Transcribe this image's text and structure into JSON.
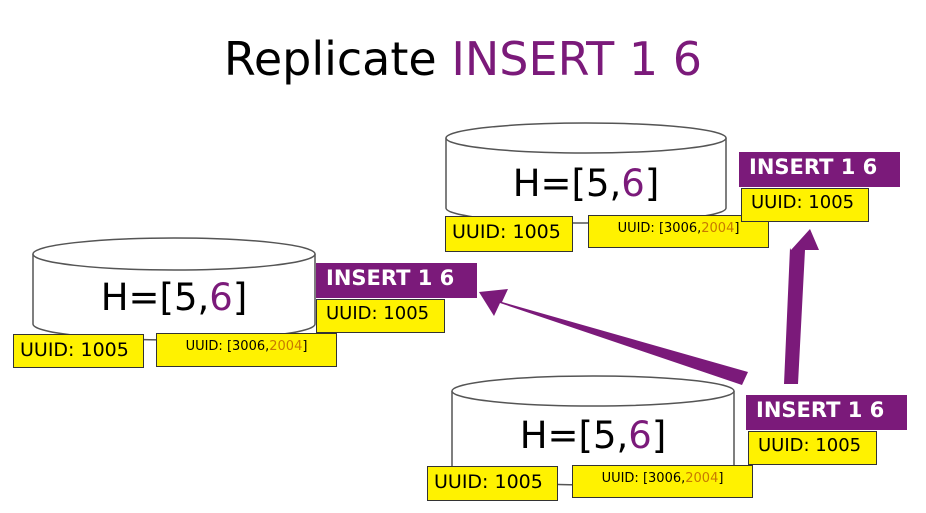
{
  "title": {
    "prefix": "Replicate",
    "command": "INSERT 1 6"
  },
  "colors": {
    "purple": "#7B1A7A",
    "yellow": "#FFF200",
    "orange": "#C77A00"
  },
  "nodes": [
    {
      "h_prefix": "H=[5,",
      "h_last": "6",
      "h_suffix": "]",
      "uuid": "UUID: 1005",
      "vector_prefix": "UUID: [3006,",
      "vector_last": "2004",
      "vector_suffix": "]",
      "command": "INSERT 1 6",
      "command_uuid": "UUID: 1005"
    },
    {
      "h_prefix": "H=[5,",
      "h_last": "6",
      "h_suffix": "]",
      "uuid": "UUID: 1005",
      "vector_prefix": "UUID: [3006,",
      "vector_last": "2004",
      "vector_suffix": "]",
      "command": "INSERT 1 6",
      "command_uuid": "UUID: 1005"
    },
    {
      "h_prefix": "H=[5,",
      "h_last": "6",
      "h_suffix": "]",
      "uuid": "UUID: 1005",
      "vector_prefix": "UUID: [3006,",
      "vector_last": "2004",
      "vector_suffix": "]",
      "command": "INSERT 1 6",
      "command_uuid": "UUID: 1005"
    }
  ]
}
